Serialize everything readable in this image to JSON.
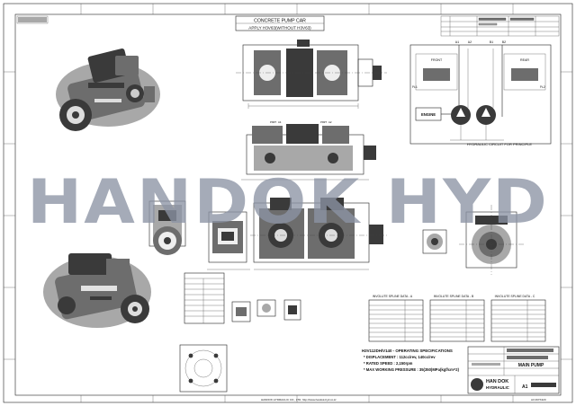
{
  "title_block_top": {
    "header": "CONCRETE PUMP CAR",
    "subheader": "APPLY H3V63(WITHOUT H3V63)"
  },
  "watermark": "HANDOK HYD",
  "circuit": {
    "title": "HYDRAULIC CIRCUIT FOR PRINCIPLE",
    "engine_label": "ENGINE",
    "front_label": "FRONT",
    "rear_label": "REAR",
    "ports": [
      "A1",
      "A2",
      "B1",
      "B2",
      "Pi1",
      "Pi2"
    ]
  },
  "spline_tables": [
    {
      "title": "INVOLUTE SPLINE DATA - A"
    },
    {
      "title": "INVOLUTE SPLINE DATA - B"
    },
    {
      "title": "INVOLUTE SPLINE DATA - C"
    }
  ],
  "specs": {
    "title": "H3V112DH/V140 - OPERATING SPECIFICATIONS",
    "lines": [
      "* DISPLACEMENT : 112cc/rev, 140cc/rev",
      "* RATED SPEED : 2,150rpm",
      "* MAX WORKING PRESSURE : 35(350)MPa(kgf/cm^2)"
    ]
  },
  "title_block": {
    "company_line1": "HAN DOK",
    "company_line2": "HYDRAULIC",
    "part_title": "MAIN PUMP",
    "drawing_no": "A1"
  },
  "footer": {
    "left": "HANDOK HYDRAULIC CO., LTD.  http://www.handok-hyd.co.kr",
    "right": "A3 297X420"
  },
  "colors": {
    "ink": "#222222",
    "watermark": "#8c93a4",
    "paper": "#ffffff"
  }
}
